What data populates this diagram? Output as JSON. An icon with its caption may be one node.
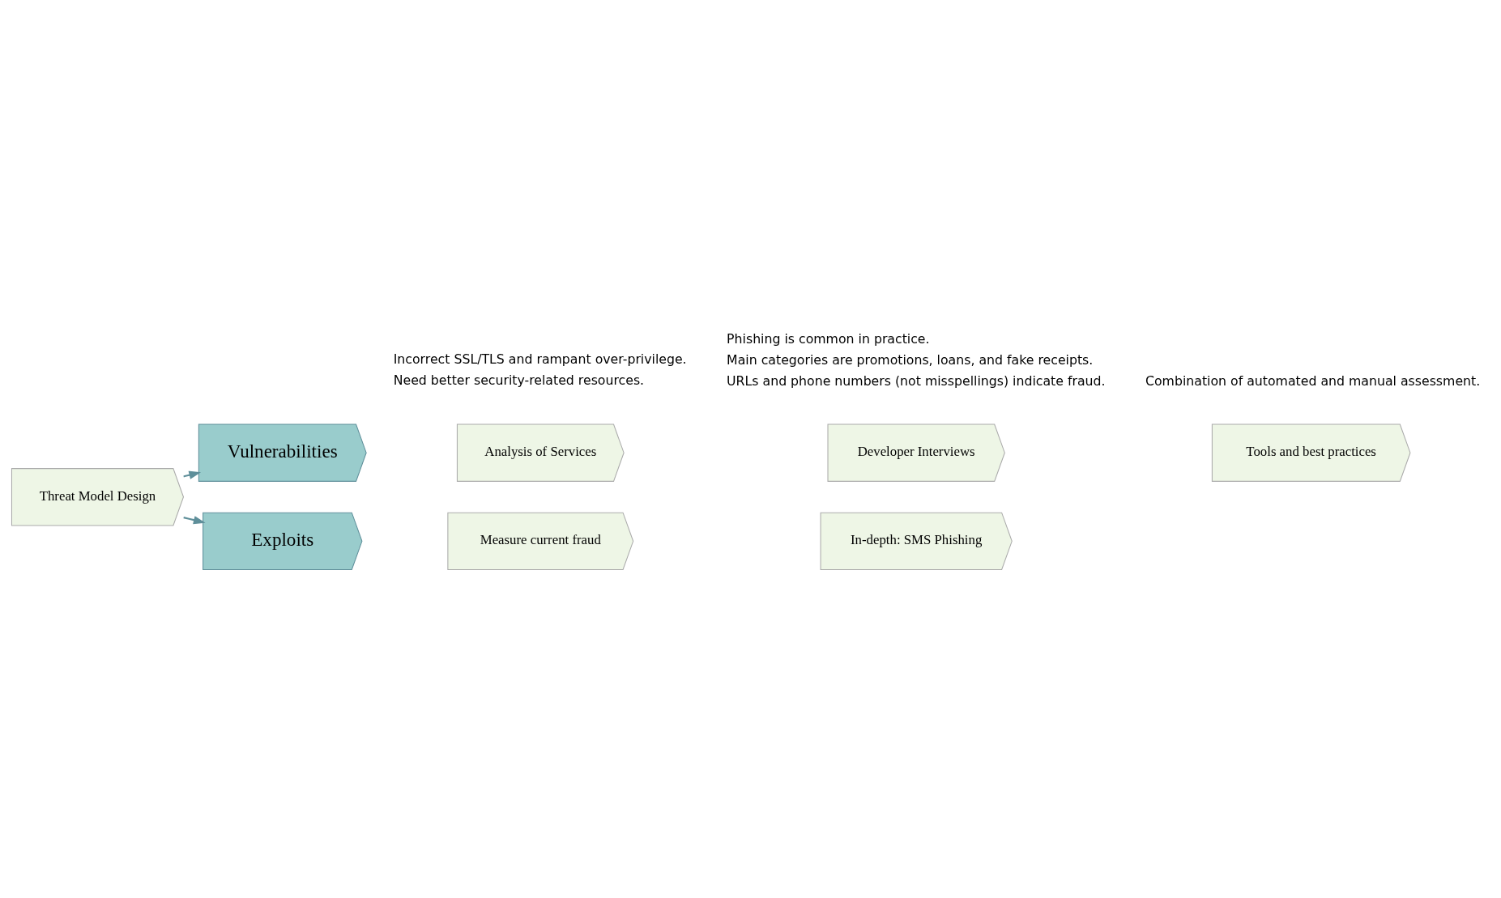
{
  "diagram": {
    "nodes": [
      {
        "text": [
          "Threat Model Design"
        ]
      },
      {
        "text": [
          "Vulnerabilities"
        ]
      },
      {
        "text": [
          "Analysis of Services"
        ]
      },
      {
        "text": [
          "Developer Interviews"
        ]
      },
      {
        "text": [
          "Tools and best practices"
        ]
      },
      {
        "text": [
          "Exploits"
        ]
      },
      {
        "text": [
          "Measure current fraud"
        ]
      },
      {
        "text": [
          "In-depth: SMS Phishing"
        ]
      }
    ],
    "edges": [
      {
        "from": 0,
        "to": 1,
        "arrow": "to"
      },
      {
        "from": 0,
        "to": 5,
        "arrow": "to"
      }
    ],
    "labels": [
      "Incorrect SSL/TLS and rampant over-privilege.",
      "Need better security-related resources.",
      "Combination of automated and manual assessment.",
      "Phishing is common in practice.",
      "Main categories are promotions, loans, and fake receipts.",
      "URLs and phone numbers (not misspellings) indicate fraud."
    ]
  }
}
